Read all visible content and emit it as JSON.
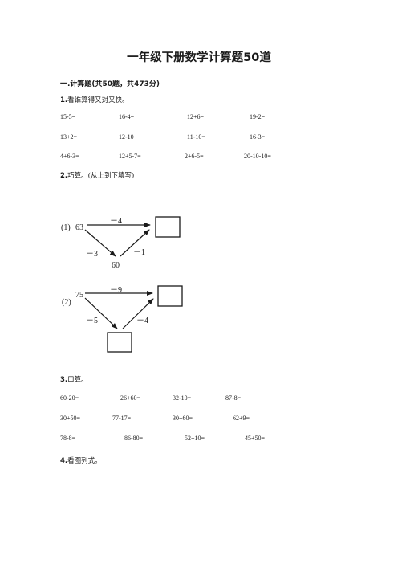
{
  "title": "一年级下册数学计算题50道",
  "section": "一.计算题(共50题，共473分)",
  "q1": {
    "number": "1.",
    "text": "看谁算得又对又快。",
    "rows": [
      [
        "15-5=",
        "16-4=",
        "12+6=",
        "19-2="
      ],
      [
        "13+2=",
        "12-10",
        "11-10=",
        "16-3="
      ],
      [
        "4+6-3=",
        "12+5-7=",
        "2+6-5=",
        "20-10-10="
      ]
    ]
  },
  "q2": {
    "number": "2.",
    "text": "巧算。(从上到下填写)",
    "diagram1": {
      "label": "(1)",
      "start": "63",
      "top_op": "－4",
      "left_op": "－3",
      "right_op": "－1",
      "bottom": "60"
    },
    "diagram2": {
      "label": "(2)",
      "start": "75",
      "top_op": "－9",
      "left_op": "－5",
      "right_op": "－4"
    }
  },
  "q3": {
    "number": "3.",
    "text": "口算。",
    "rows": [
      [
        "60-20=",
        "26+60=",
        "32-10=",
        "87-8="
      ],
      [
        "30+50=",
        "77-17=",
        "30+60=",
        "62+9="
      ],
      [
        "78-8=",
        "86-80=",
        "52+10=",
        "45+50="
      ]
    ]
  },
  "q4": {
    "number": "4.",
    "text": "看图列式。"
  }
}
